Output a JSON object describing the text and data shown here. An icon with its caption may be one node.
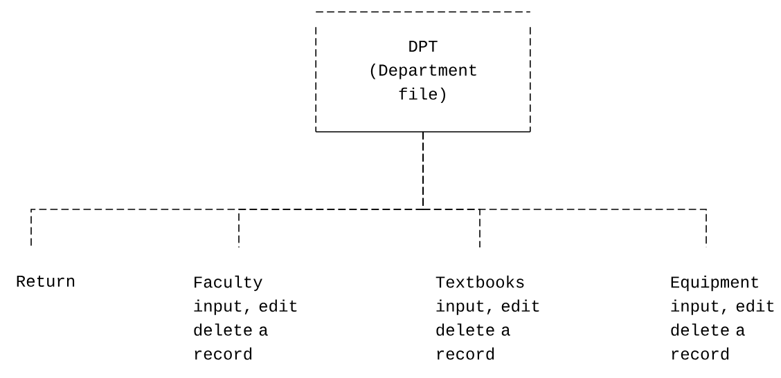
{
  "diagram": {
    "nodes": [
      {
        "text": [
          "DPT (Department file)"
        ]
      },
      {
        "text": [
          "Return"
        ]
      },
      {
        "text": [
          "Faculty input, edit delete a record"
        ]
      },
      {
        "text": [
          "Textbooks input, edit delete a record"
        ]
      },
      {
        "text": [
          "Equipment input, edit delete a record"
        ]
      }
    ],
    "edges": [
      {
        "from": 0,
        "to": 1,
        "arrow": "none",
        "style": "dashed"
      },
      {
        "from": 0,
        "to": 2,
        "arrow": "none",
        "style": "dashed"
      },
      {
        "from": 0,
        "to": 3,
        "arrow": "none",
        "style": "dashed"
      },
      {
        "from": 0,
        "to": 4,
        "arrow": "none",
        "style": "dashed"
      }
    ]
  }
}
